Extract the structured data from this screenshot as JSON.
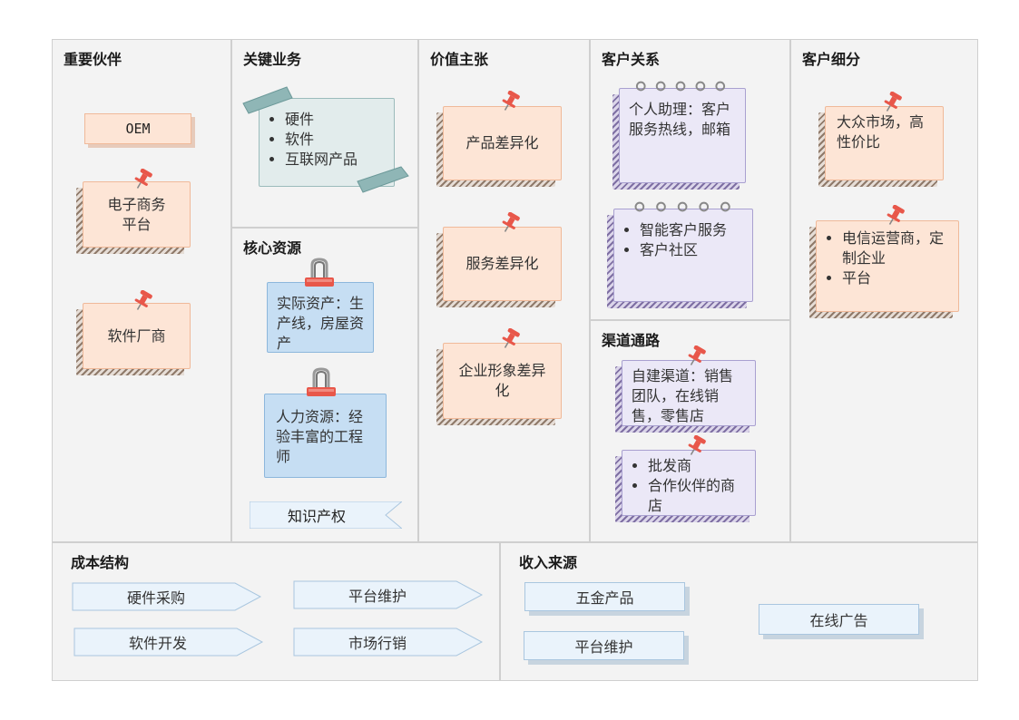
{
  "blocks": {
    "partners": {
      "title": "重要伙伴",
      "notes": [
        "OEM",
        "电子商务\n平台",
        "软件厂商"
      ]
    },
    "activities": {
      "title": "关键业务",
      "items": [
        "硬件",
        "软件",
        "互联网产品"
      ]
    },
    "resources": {
      "title": "核心资源",
      "notes": [
        "实际资产：生产线，房屋资产",
        "人力资源：经验丰富的工程师"
      ],
      "tag": "知识产权"
    },
    "value": {
      "title": "价值主张",
      "notes": [
        "产品差异化",
        "服务差异化",
        "企业形象差异化"
      ]
    },
    "relationships": {
      "title": "客户关系",
      "note1": "个人助理：客户服务热线，邮箱",
      "note2_items": [
        "智能客户服务",
        "客户社区"
      ]
    },
    "channels": {
      "title": "渠道通路",
      "note1": "自建渠道：销售团队，在线销售，零售店",
      "note2_items": [
        "批发商",
        "合作伙伴的商店"
      ]
    },
    "segments": {
      "title": "客户细分",
      "note1": "大众市场，高性价比",
      "note2_items": [
        "电信运营商，定制企业",
        "平台"
      ]
    },
    "cost": {
      "title": "成本结构",
      "items": [
        "硬件采购",
        "平台维护",
        "软件开发",
        "市场行销"
      ]
    },
    "revenue": {
      "title": "收入来源",
      "items": [
        "五金产品",
        "平台维护",
        "在线广告"
      ]
    }
  },
  "colors": {
    "background": "#f3f3f3",
    "peach_note": "#fde5d6",
    "lavender_note": "#ebe8f7",
    "blue_note": "#c6def3",
    "teal_note": "#e2ecec",
    "pin": "#e8574a",
    "arrow_fill": "#eaf3fb"
  }
}
